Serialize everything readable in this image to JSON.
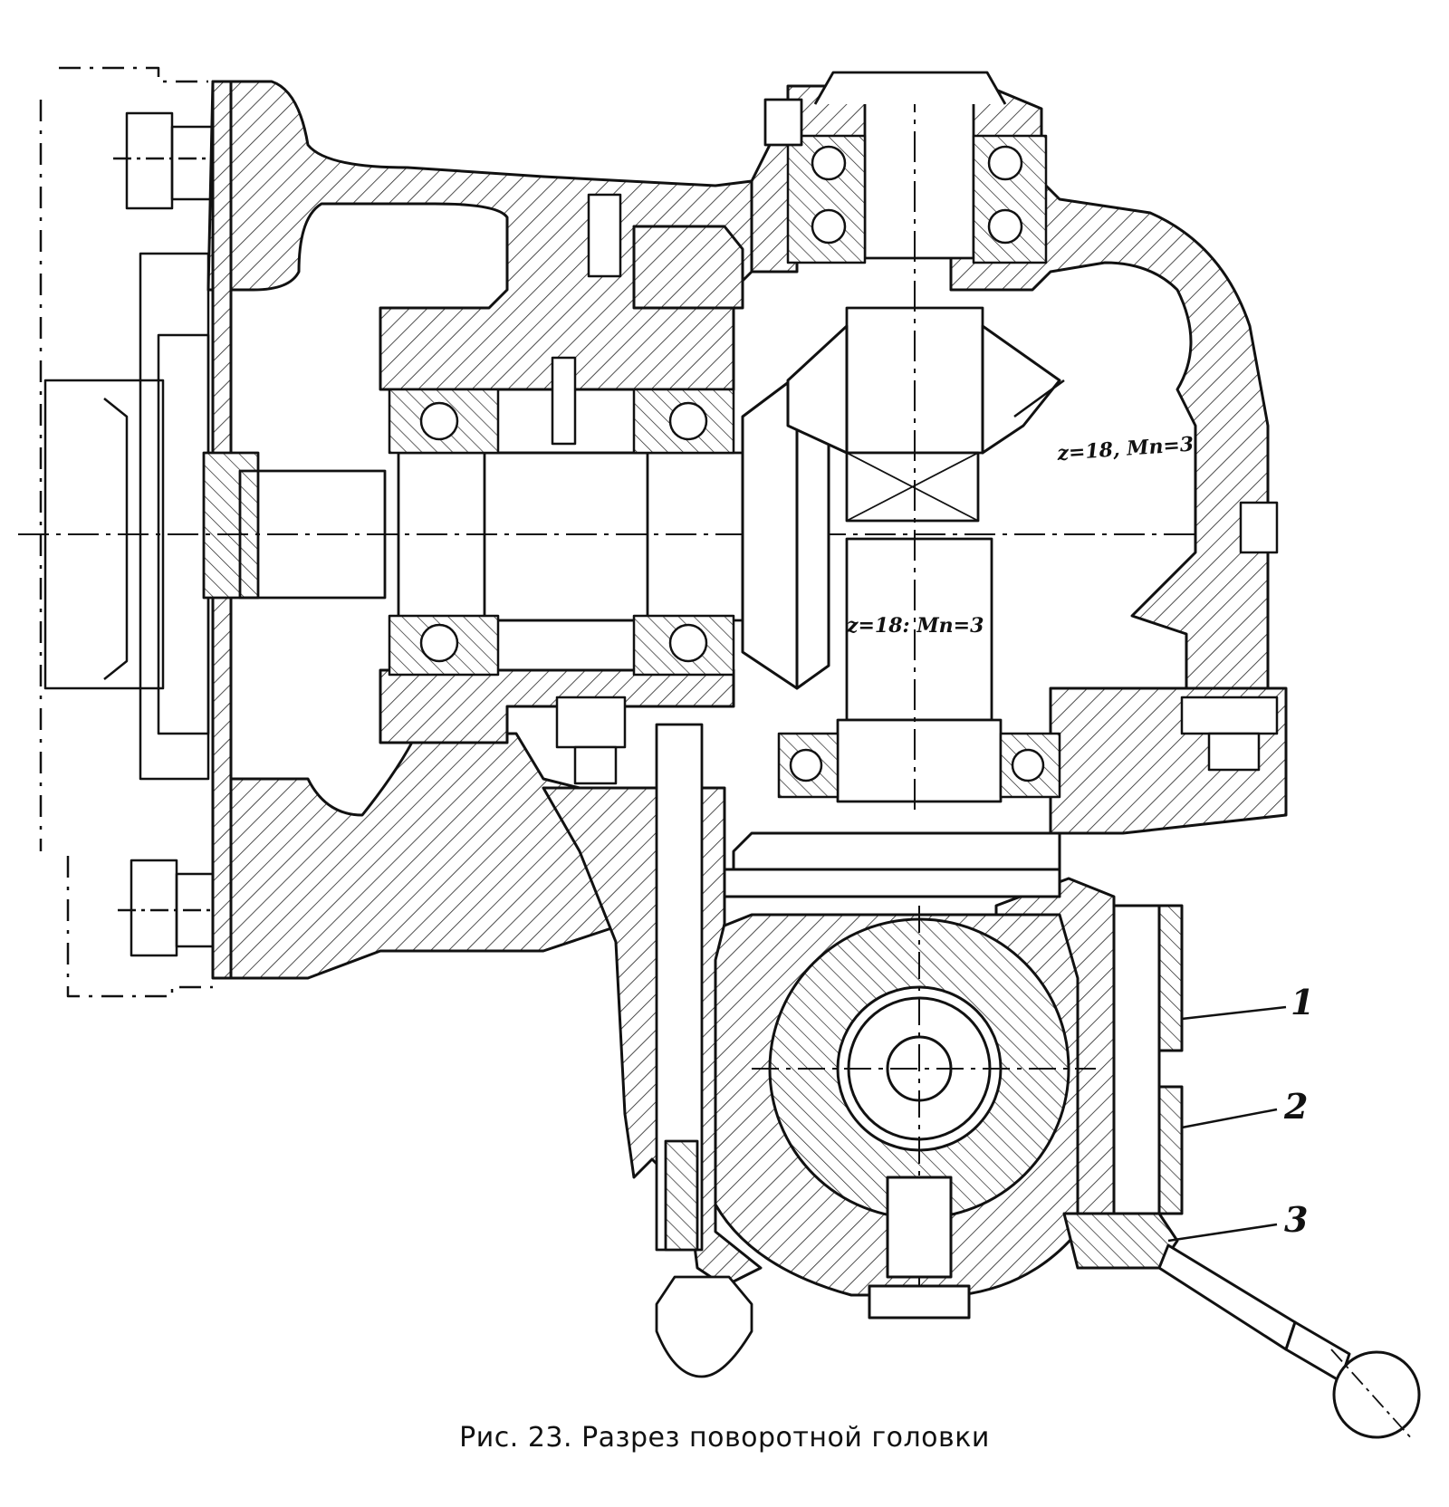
{
  "figure": {
    "caption": "Рис. 23. Разрез поворотной головки"
  },
  "annotations": {
    "gear_upper": "z=18, Mn=3",
    "gear_lower": "z=18: Mn=3"
  },
  "callouts": [
    {
      "label": "1"
    },
    {
      "label": "2"
    },
    {
      "label": "3"
    }
  ],
  "colors": {
    "ink": "#111111",
    "paper": "#ffffff"
  }
}
